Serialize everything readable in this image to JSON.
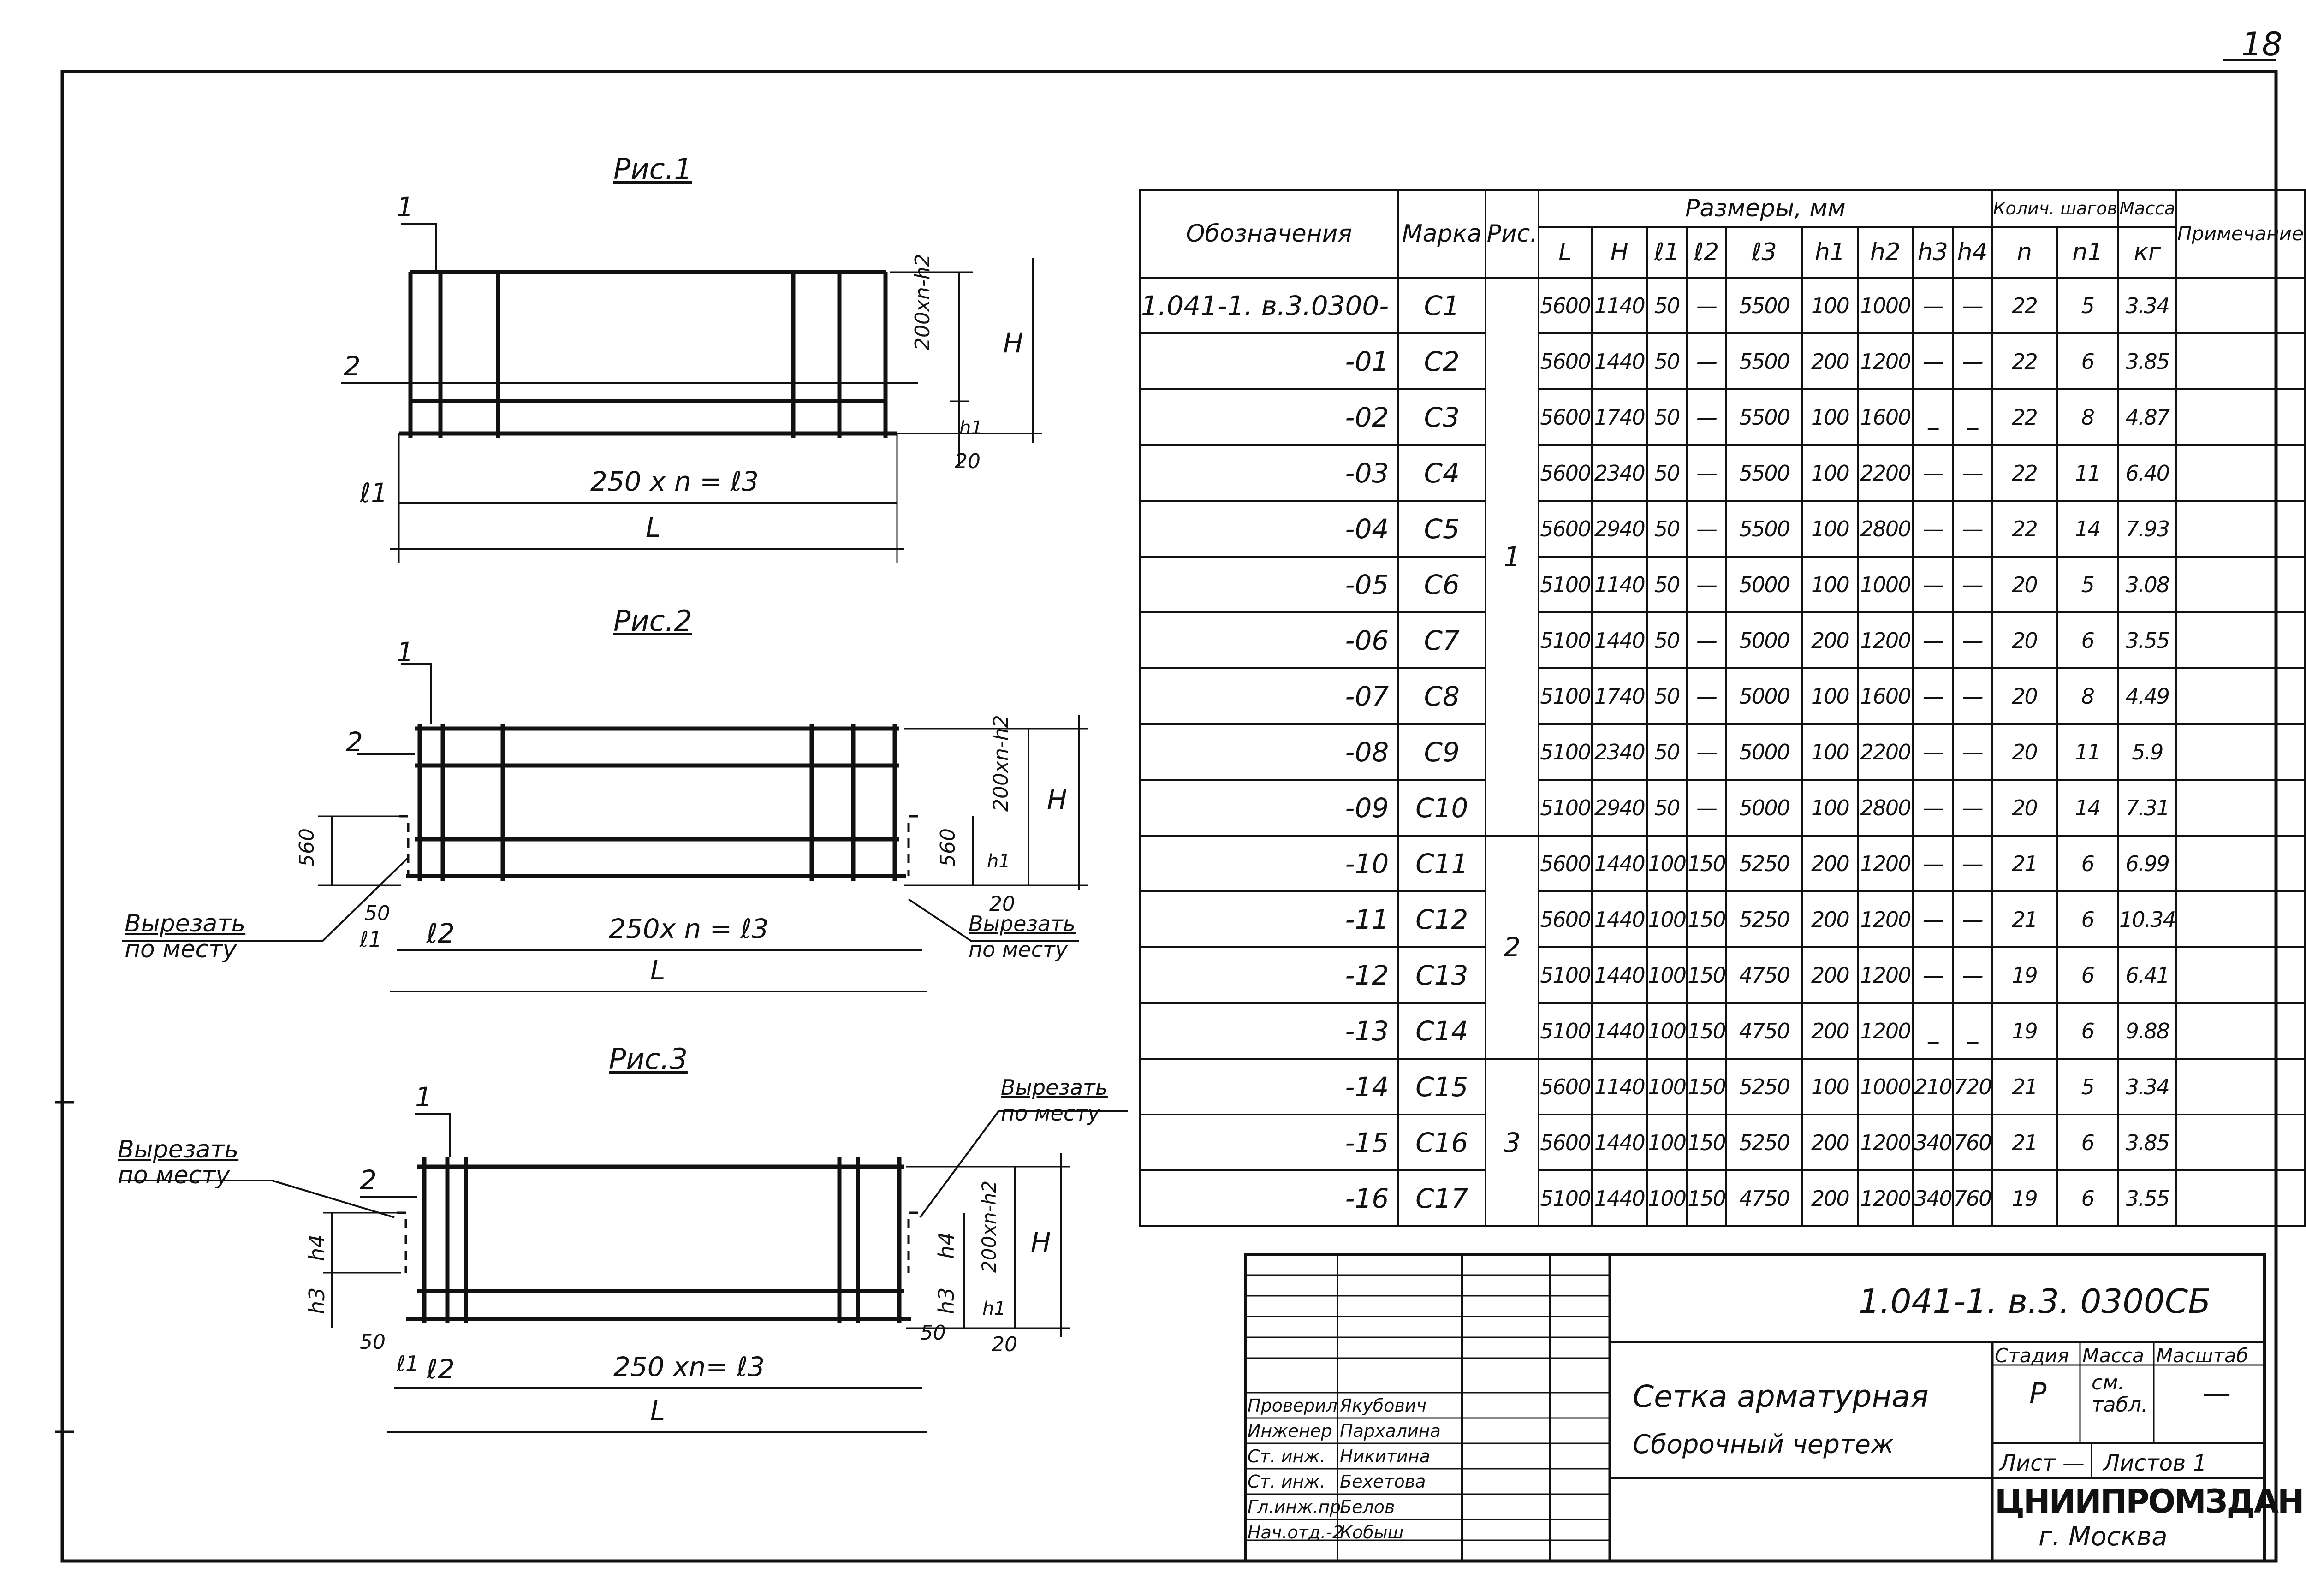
{
  "sheet_number": "18",
  "figures": [
    {
      "title": "Рис.1",
      "label_1": "1",
      "label_2": "2",
      "dim_formula": "250 x n = ℓ3",
      "dim_L": "L",
      "dim_l1": "ℓ1",
      "dim_vertical": "200xn-h2",
      "dim_h1": "h1",
      "dim_H": "H",
      "dim_20": "20"
    },
    {
      "title": "Рис.2",
      "label_1": "1",
      "label_2": "2",
      "dim_formula": "250x n = ℓ3",
      "dim_L": "L",
      "dim_l1": "ℓ1",
      "dim_l2": "ℓ2",
      "dim_50": "50",
      "dim_560_left": "560",
      "dim_560_right": "560",
      "dim_vertical": "200xn-h2",
      "dim_h1": "h1",
      "dim_H": "H",
      "dim_20": "20",
      "cut_left": [
        "Вырезать",
        "по месту"
      ],
      "cut_right": [
        "Вырезать",
        "по месту"
      ]
    },
    {
      "title": "Рис.3",
      "label_1": "1",
      "label_2": "2",
      "dim_formula": "250 xn= ℓ3",
      "dim_L": "L",
      "dim_l1": "ℓ1",
      "dim_l2": "ℓ2",
      "dim_50_left": "50",
      "dim_50_right": "50",
      "dim_h4_left": "h4",
      "dim_h3_left": "h3",
      "dim_h4_right": "h4",
      "dim_h3_right": "h3",
      "dim_vertical": "200xn-h2",
      "dim_h1": "h1",
      "dim_H": "H",
      "dim_20": "20",
      "cut_left": [
        "Вырезать",
        "по месту"
      ],
      "cut_right": [
        "Вырезать",
        "по месту"
      ]
    }
  ],
  "table": {
    "headers": {
      "designation": "Обозначения",
      "mark": "Марка",
      "fig": "Рис.",
      "sizes": "Размеры, мм",
      "steps": "Колич. шагов",
      "mass": "Масса",
      "mass_unit": "кг",
      "note": "Примечание",
      "sub": [
        "L",
        "H",
        "ℓ1",
        "ℓ2",
        "ℓ3",
        "h1",
        "h2",
        "h3",
        "h4",
        "n",
        "n1"
      ]
    },
    "rows": [
      {
        "des": "1.041-1. в.3.0300-",
        "mark": "С1",
        "fig": "",
        "L": "5600",
        "H": "1140",
        "l1": "50",
        "l2": "—",
        "l3": "5500",
        "h1": "100",
        "h2": "1000",
        "h3": "—",
        "h4": "—",
        "n": "22",
        "n1": "5",
        "mass": "3.34"
      },
      {
        "des": "-01",
        "mark": "С2",
        "fig": "",
        "L": "5600",
        "H": "1440",
        "l1": "50",
        "l2": "—",
        "l3": "5500",
        "h1": "200",
        "h2": "1200",
        "h3": "—",
        "h4": "—",
        "n": "22",
        "n1": "6",
        "mass": "3.85"
      },
      {
        "des": "-02",
        "mark": "С3",
        "fig": "",
        "L": "5600",
        "H": "1740",
        "l1": "50",
        "l2": "—",
        "l3": "5500",
        "h1": "100",
        "h2": "1600",
        "h3": "_",
        "h4": "_",
        "n": "22",
        "n1": "8",
        "mass": "4.87"
      },
      {
        "des": "-03",
        "mark": "С4",
        "fig": "",
        "L": "5600",
        "H": "2340",
        "l1": "50",
        "l2": "—",
        "l3": "5500",
        "h1": "100",
        "h2": "2200",
        "h3": "—",
        "h4": "—",
        "n": "22",
        "n1": "11",
        "mass": "6.40"
      },
      {
        "des": "-04",
        "mark": "С5",
        "fig": "1",
        "L": "5600",
        "H": "2940",
        "l1": "50",
        "l2": "—",
        "l3": "5500",
        "h1": "100",
        "h2": "2800",
        "h3": "—",
        "h4": "—",
        "n": "22",
        "n1": "14",
        "mass": "7.93"
      },
      {
        "des": "-05",
        "mark": "С6",
        "fig": "",
        "L": "5100",
        "H": "1140",
        "l1": "50",
        "l2": "—",
        "l3": "5000",
        "h1": "100",
        "h2": "1000",
        "h3": "—",
        "h4": "—",
        "n": "20",
        "n1": "5",
        "mass": "3.08"
      },
      {
        "des": "-06",
        "mark": "С7",
        "fig": "",
        "L": "5100",
        "H": "1440",
        "l1": "50",
        "l2": "—",
        "l3": "5000",
        "h1": "200",
        "h2": "1200",
        "h3": "—",
        "h4": "—",
        "n": "20",
        "n1": "6",
        "mass": "3.55"
      },
      {
        "des": "-07",
        "mark": "С8",
        "fig": "",
        "L": "5100",
        "H": "1740",
        "l1": "50",
        "l2": "—",
        "l3": "5000",
        "h1": "100",
        "h2": "1600",
        "h3": "—",
        "h4": "—",
        "n": "20",
        "n1": "8",
        "mass": "4.49"
      },
      {
        "des": "-08",
        "mark": "С9",
        "fig": "",
        "L": "5100",
        "H": "2340",
        "l1": "50",
        "l2": "—",
        "l3": "5000",
        "h1": "100",
        "h2": "2200",
        "h3": "—",
        "h4": "—",
        "n": "20",
        "n1": "11",
        "mass": "5.9"
      },
      {
        "des": "-09",
        "mark": "С10",
        "fig": "",
        "L": "5100",
        "H": "2940",
        "l1": "50",
        "l2": "—",
        "l3": "5000",
        "h1": "100",
        "h2": "2800",
        "h3": "—",
        "h4": "—",
        "n": "20",
        "n1": "14",
        "mass": "7.31"
      },
      {
        "des": "-10",
        "mark": "С11",
        "fig": "",
        "L": "5600",
        "H": "1440",
        "l1": "100",
        "l2": "150",
        "l3": "5250",
        "h1": "200",
        "h2": "1200",
        "h3": "—",
        "h4": "—",
        "n": "21",
        "n1": "6",
        "mass": "6.99"
      },
      {
        "des": "-11",
        "mark": "С12",
        "fig": "2",
        "L": "5600",
        "H": "1440",
        "l1": "100",
        "l2": "150",
        "l3": "5250",
        "h1": "200",
        "h2": "1200",
        "h3": "—",
        "h4": "—",
        "n": "21",
        "n1": "6",
        "mass": "10.34"
      },
      {
        "des": "-12",
        "mark": "С13",
        "fig": "",
        "L": "5100",
        "H": "1440",
        "l1": "100",
        "l2": "150",
        "l3": "4750",
        "h1": "200",
        "h2": "1200",
        "h3": "—",
        "h4": "—",
        "n": "19",
        "n1": "6",
        "mass": "6.41"
      },
      {
        "des": "-13",
        "mark": "С14",
        "fig": "",
        "L": "5100",
        "H": "1440",
        "l1": "100",
        "l2": "150",
        "l3": "4750",
        "h1": "200",
        "h2": "1200",
        "h3": "_",
        "h4": "_",
        "n": "19",
        "n1": "6",
        "mass": "9.88"
      },
      {
        "des": "-14",
        "mark": "С15",
        "fig": "",
        "L": "5600",
        "H": "1140",
        "l1": "100",
        "l2": "150",
        "l3": "5250",
        "h1": "100",
        "h2": "1000",
        "h3": "210",
        "h4": "720",
        "n": "21",
        "n1": "5",
        "mass": "3.34"
      },
      {
        "des": "-15",
        "mark": "С16",
        "fig": "3",
        "L": "5600",
        "H": "1440",
        "l1": "100",
        "l2": "150",
        "l3": "5250",
        "h1": "200",
        "h2": "1200",
        "h3": "340",
        "h4": "760",
        "n": "21",
        "n1": "6",
        "mass": "3.85"
      },
      {
        "des": "-16",
        "mark": "С17",
        "fig": "",
        "L": "5100",
        "H": "1440",
        "l1": "100",
        "l2": "150",
        "l3": "4750",
        "h1": "200",
        "h2": "1200",
        "h3": "340",
        "h4": "760",
        "n": "19",
        "n1": "6",
        "mass": "3.55"
      }
    ]
  },
  "title_block": {
    "doc_code": "1.041-1. в.3. 0300СБ",
    "title_line1": "Сетка арматурная",
    "title_line2": "Сборочный чертеж",
    "stage_label": "Стадия",
    "mass_label": "Масса",
    "scale_label": "Масштаб",
    "stage_value": "Р",
    "mass_value": "см. табл.",
    "scale_value": "—",
    "sheet_label": "Лист —",
    "sheets_label": "Листов 1",
    "org": "ЦНИИПРОМЗДАНИЙ",
    "city": "г. Москва",
    "signatures": [
      {
        "role": "Проверил",
        "name": "Якубович"
      },
      {
        "role": "Инженер",
        "name": "Пархалина"
      },
      {
        "role": "Ст. инж.",
        "name": "Никитина"
      },
      {
        "role": "Ст. инж.",
        "name": "Бехетова"
      },
      {
        "role": "Гл.инж.пр.",
        "name": "Белов"
      },
      {
        "role": "Нач.отд.-2",
        "name": "Кобыш"
      }
    ]
  }
}
